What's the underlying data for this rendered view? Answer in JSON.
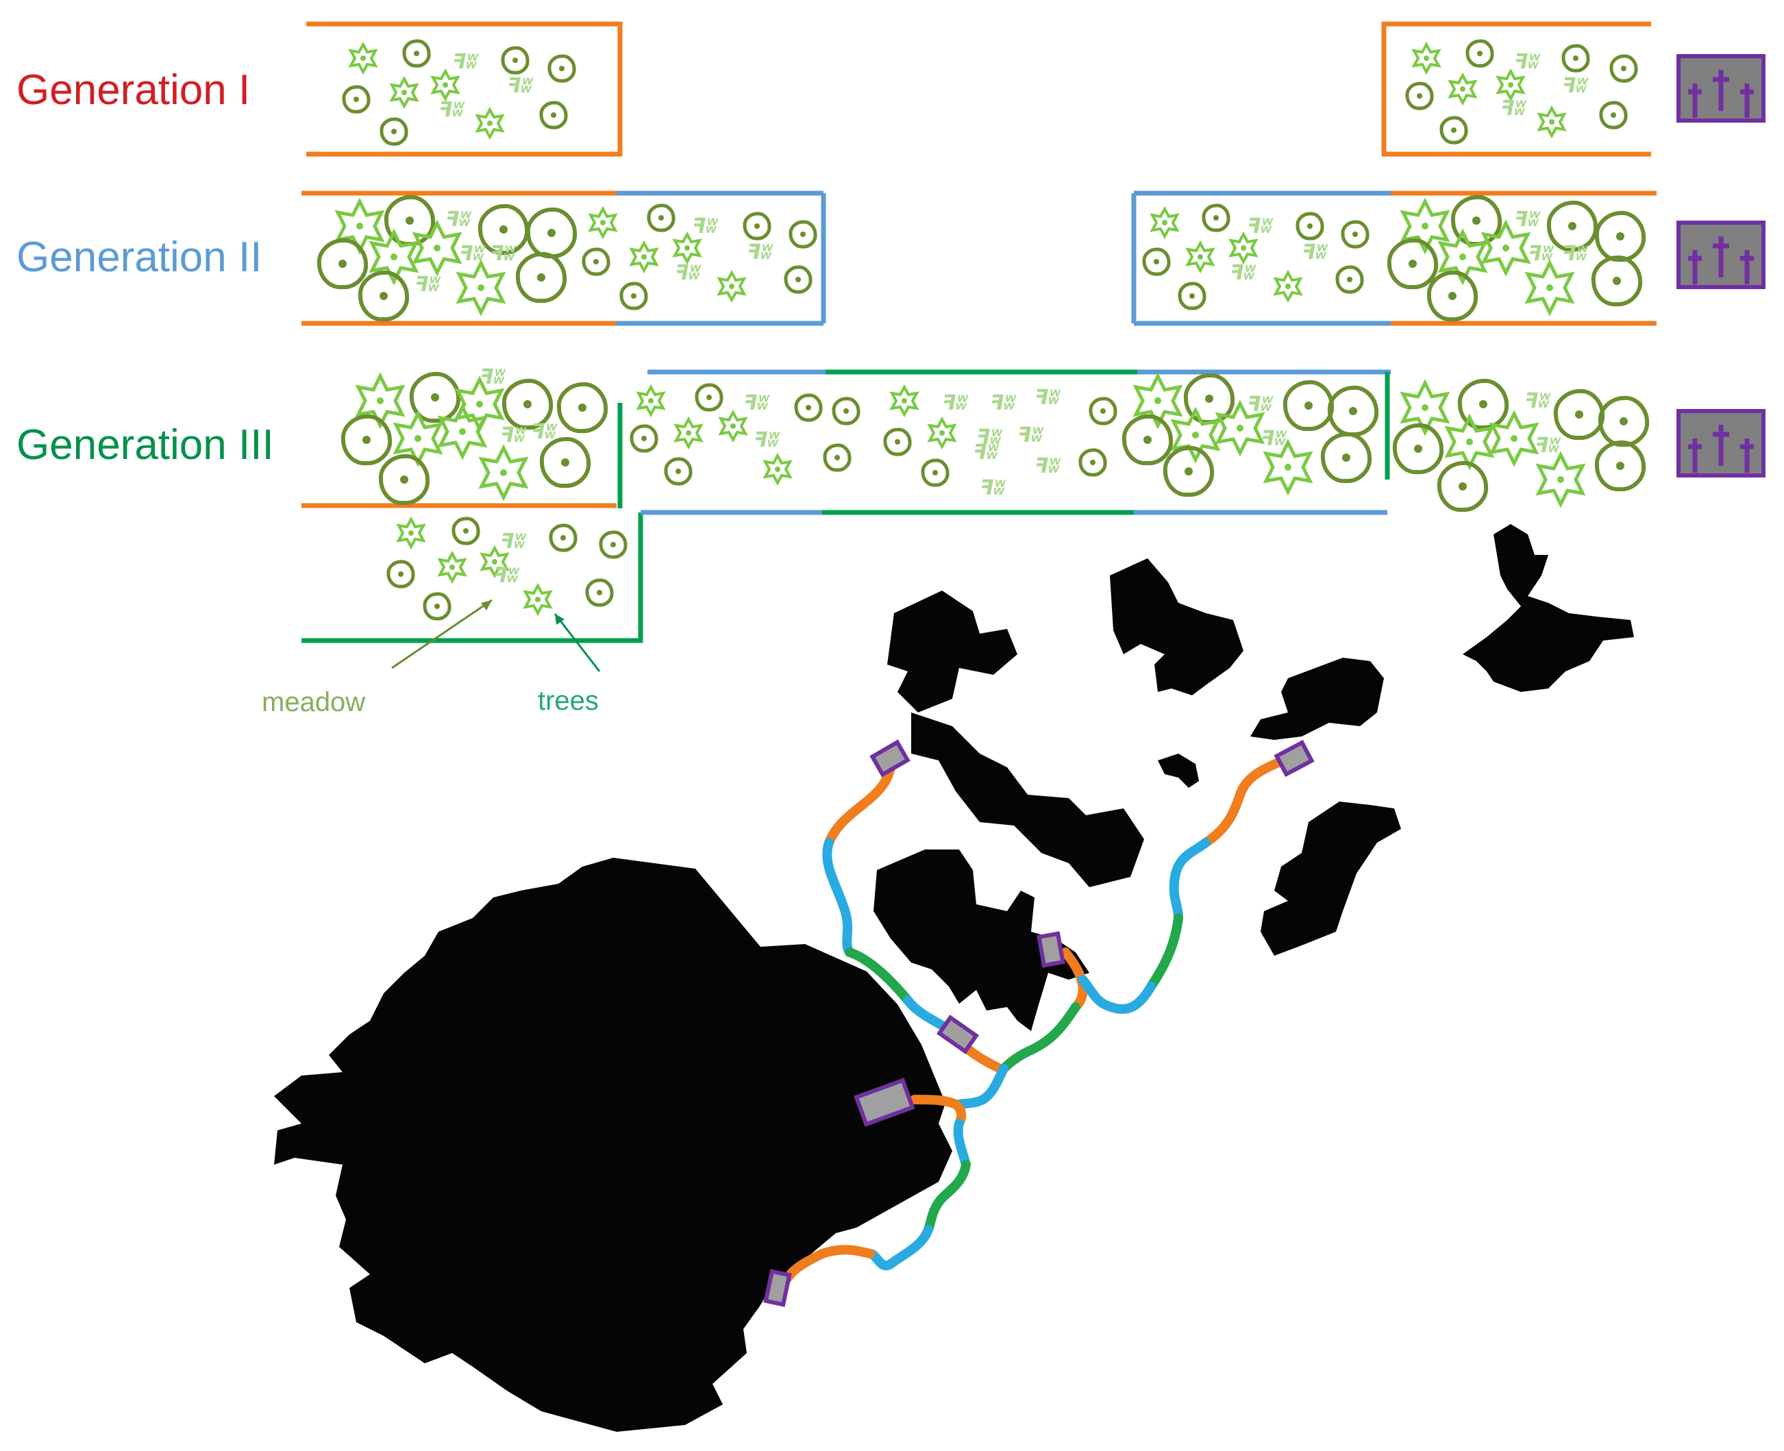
{
  "labels": {
    "gen1": "Generation I",
    "gen2": "Generation II",
    "gen3": "Generation III",
    "meadow": "meadow",
    "trees": "trees"
  },
  "colors": {
    "generation_1": "#f07d1e",
    "generation_2": "#5b9bd5",
    "generation_3": "#00a050",
    "gen1_text": "#d21e23",
    "gen2_text": "#5b9bd5",
    "gen3_text": "#00924a",
    "meadow": "#6b8e2f",
    "tree": "#7ac943",
    "grass": "#a8d88c",
    "cemetery_fill": "#808080",
    "cemetery_border": "#7030a0",
    "urban": "#000000",
    "corridor_orange": "#f07d1e",
    "corridor_blue": "#29abe2",
    "corridor_green": "#22a84a"
  },
  "icons": {
    "cemetery": "cemetery-grave-crosses-icon",
    "tree": "tree-star-icon",
    "meadow": "meadow-ring-icon"
  }
}
